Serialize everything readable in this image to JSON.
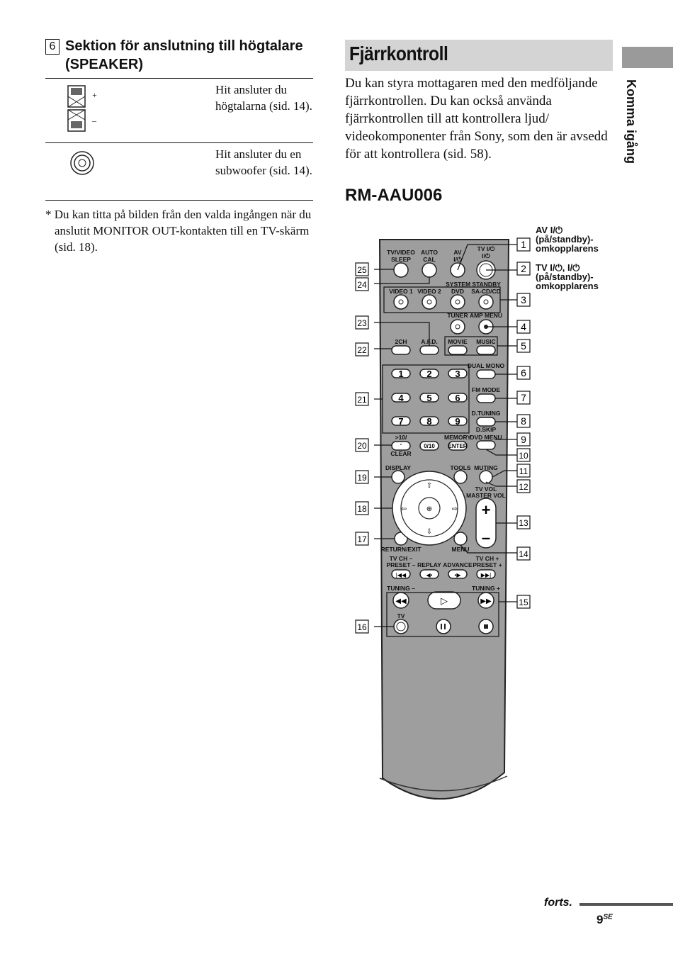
{
  "left": {
    "section_number": "6",
    "section_title": "Sektion för anslutning till högtalare (SPEAKER)",
    "rows": [
      {
        "plus": "+",
        "minus": "–",
        "text": "Hit ansluter du högtalarna (sid. 14)."
      },
      {
        "text": "Hit ansluter du en subwoofer (sid. 14)."
      }
    ],
    "footnote_mark": "*",
    "footnote": "Du kan titta på bilden från den valda ingången när du anslutit MONITOR OUT-kontakten till en TV-skärm (sid. 18)."
  },
  "right": {
    "heading": "Fjärrkontroll",
    "intro": "Du kan styra mottagaren med den medföljande fjärrkontrollen. Du kan också använda fjärrkontrollen till att kontrollera ljud/ videokomponenter från Sony, som den är avsedd för att kontrollera (sid. 58).",
    "model": "RM-AAU006",
    "callout_av": [
      "AV I/⏻",
      "(på/standby)-",
      "omkopplarens"
    ],
    "callout_tv": [
      "TV I/⏻, I/⏻",
      "(på/standby)-",
      "omkopplarens"
    ]
  },
  "side_tab": "Komma igång",
  "footer": {
    "forts": "forts.",
    "page": "9",
    "page_suffix": "SE"
  },
  "remote": {
    "labels": {
      "tvvideo": "TV/VIDEO",
      "sleep": "SLEEP",
      "auto": "AUTO",
      "cal": "CAL",
      "av": "AV",
      "av2": "I/⏻",
      "tv1": "TV I/⏻",
      "tv2": "I/⏻",
      "system_standby": "SYSTEM STANDBY",
      "video1": "VIDEO 1",
      "video2": "VIDEO 2",
      "dvd": "DVD",
      "sacd": "SA-CD/CD",
      "tuner": "TUNER",
      "amp_menu": "AMP MENU",
      "ch2": "2CH",
      "afd": "A.F.D.",
      "movie": "MOVIE",
      "music": "MUSIC",
      "dual_mono": "DUAL MONO",
      "fm_mode": "FM MODE",
      "dtuning": "D.TUNING",
      "dskip": "D.SKIP",
      "dvd_menu": "DVD MENU",
      "ten": ">10/",
      "dash": "-",
      "clear": "CLEAR",
      "zero": "0/10",
      "memory": "MEMORY",
      "enter": "ENTER",
      "display": "DISPLAY",
      "tools": "TOOLS",
      "muting": "MUTING",
      "tv_vol": "TV VOL",
      "master_vol": "MASTER VOL",
      "return_exit": "RETURN/EXIT",
      "menu": "MENU",
      "tvch_minus1": "TV CH –",
      "tvch_minus2": "PRESET –",
      "replay": "REPLAY",
      "advance": "ADVANCE",
      "tvch_plus1": "TV CH +",
      "tvch_plus2": "PRESET +",
      "tuning_minus": "TUNING –",
      "tuning_plus": "TUNING +",
      "tv": "TV"
    },
    "digits": [
      "1",
      "2",
      "3",
      "4",
      "5",
      "6",
      "7",
      "8",
      "9"
    ],
    "callouts_right": [
      "1",
      "2",
      "3",
      "4",
      "5",
      "6",
      "7",
      "8",
      "9",
      "10",
      "11",
      "12",
      "13",
      "14",
      "15"
    ],
    "callouts_left": [
      "25",
      "24",
      "23",
      "22",
      "21",
      "20",
      "19",
      "18",
      "17",
      "16"
    ]
  }
}
